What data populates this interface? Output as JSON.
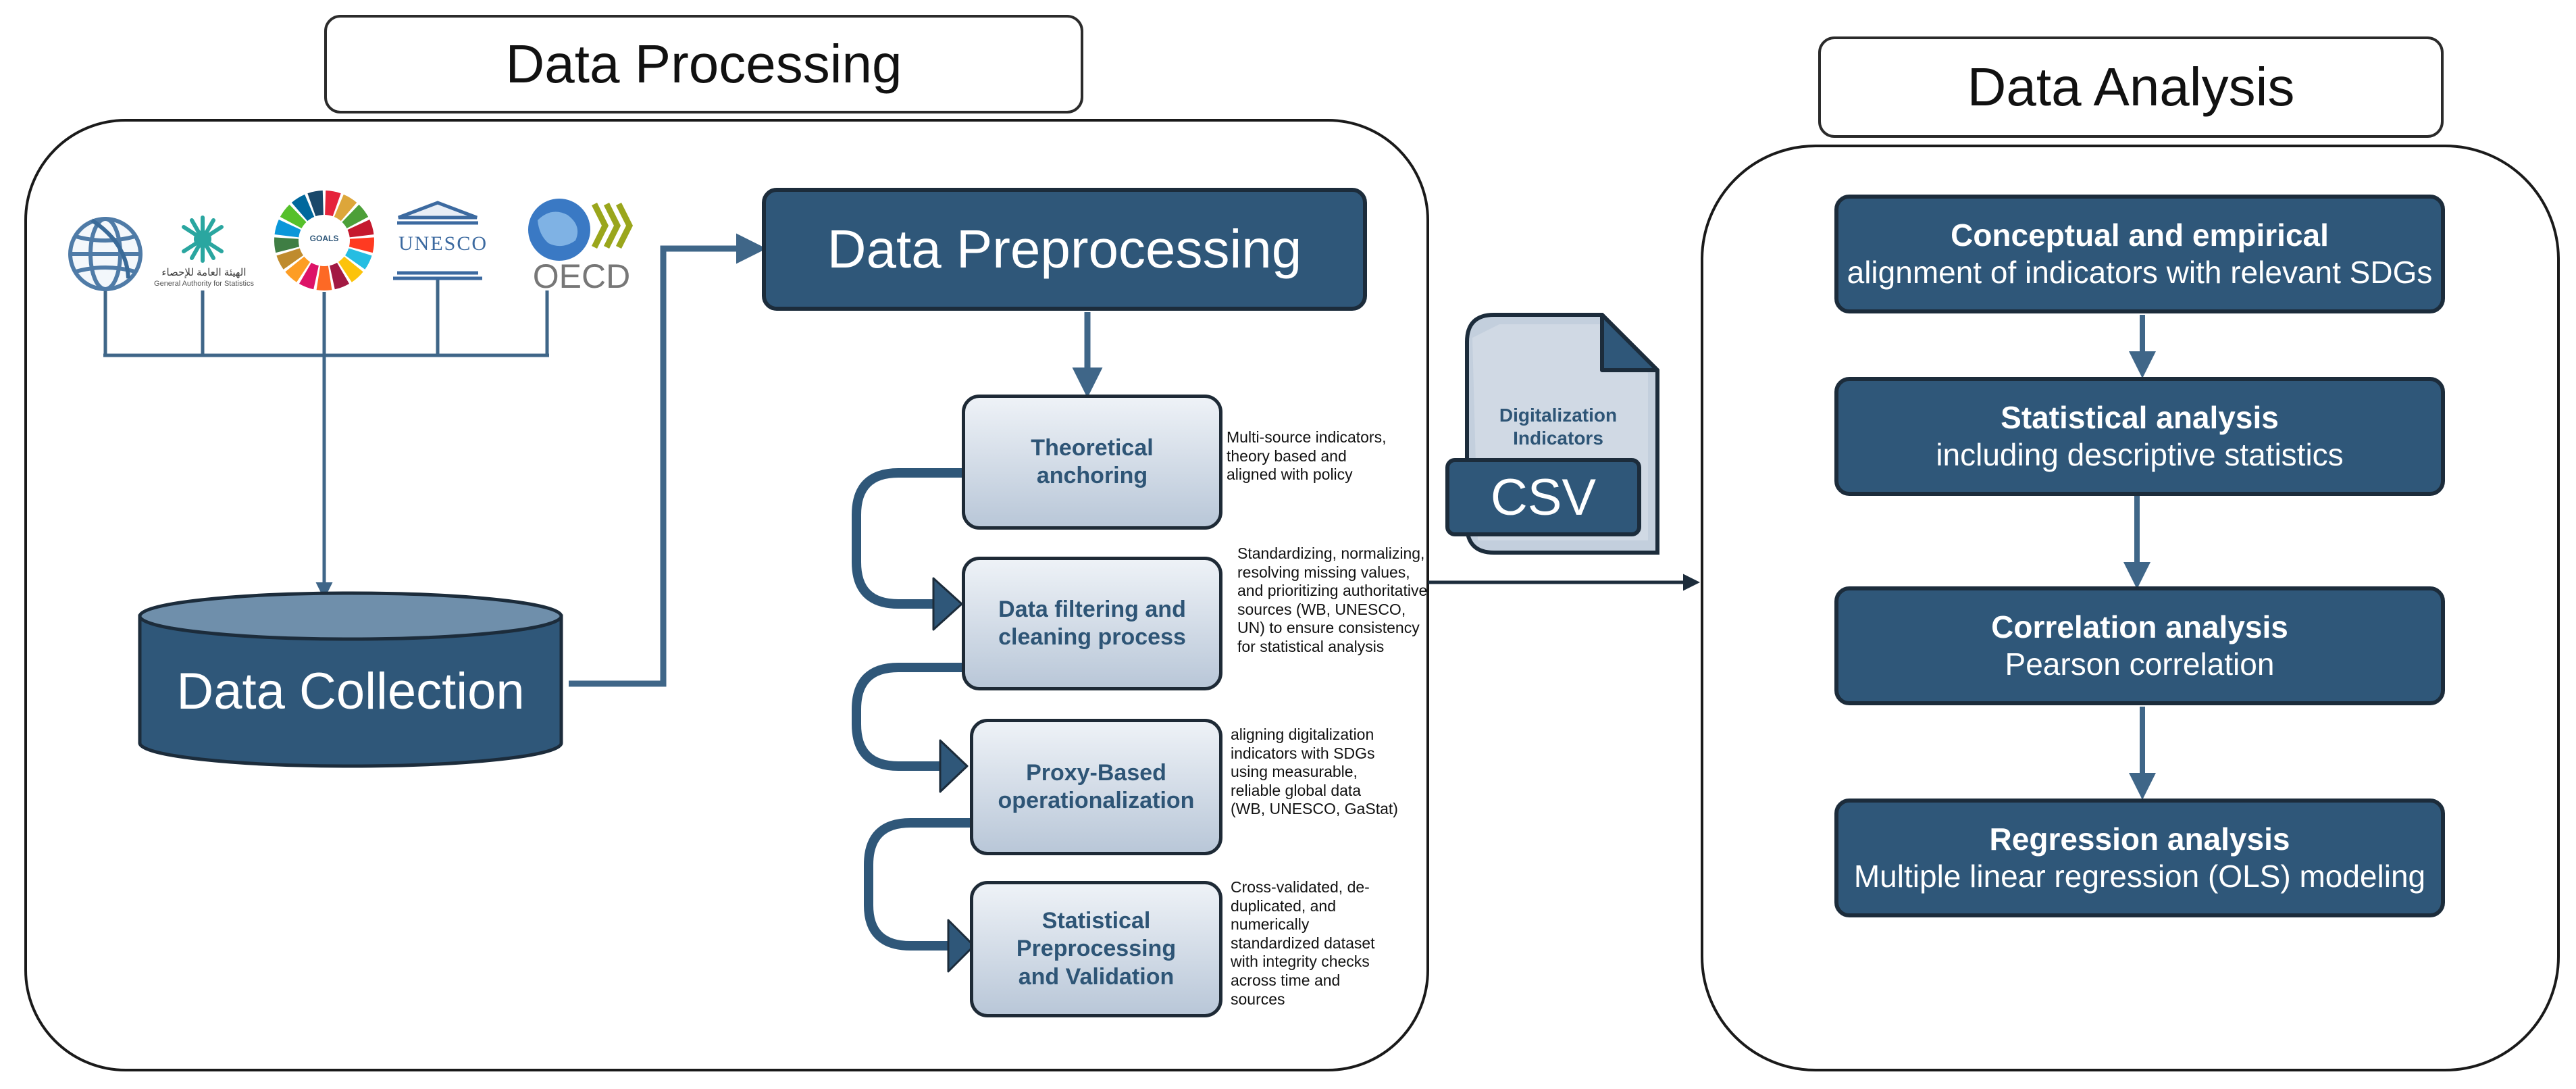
{
  "processing": {
    "title": "Data Processing",
    "collection_label": "Data Collection",
    "preprocessing_label": "Data Preprocessing",
    "logos": {
      "gastat_caption": "General Authority for Statistics",
      "gastat_arabic": "الهيئة العامة للإحصاء",
      "sdg_inner": "GOALS",
      "unesco_text": "UNESCO",
      "oecd_text": "OECD"
    },
    "steps": [
      {
        "label": "Theoretical anchoring",
        "note": "Multi-source indicators, theory based and aligned with policy"
      },
      {
        "label": "Data filtering and cleaning process",
        "note": "Standardizing, normalizing, resolving missing values, and prioritizing authoritative sources (WB, UNESCO, UN) to ensure consistency for statistical analysis"
      },
      {
        "label": "Proxy-Based operationalization",
        "note": "aligning digitalization indicators with SDGs using measurable, reliable global data (WB, UNESCO, GaStat)"
      },
      {
        "label": "Statistical Preprocessing and Validation",
        "note": "Cross-validated, de-duplicated, and numerically standardized dataset with integrity checks across time and sources"
      }
    ]
  },
  "csv_file": {
    "caption": "Digitalization Indicators",
    "label": "CSV"
  },
  "analysis": {
    "title": "Data Analysis",
    "steps": [
      {
        "heading": "Conceptual and empirical",
        "detail": "alignment of indicators with relevant SDGs"
      },
      {
        "heading": "Statistical analysis",
        "detail": "including descriptive statistics"
      },
      {
        "heading": "Correlation analysis",
        "detail": "Pearson correlation"
      },
      {
        "heading": "Regression analysis",
        "detail": "Multiple linear regression (OLS) modeling"
      }
    ]
  },
  "colors": {
    "navy": "#2f5779",
    "step_text": "#2e5576",
    "arrow": "#3f6688",
    "outline": "#1c2c3b"
  }
}
